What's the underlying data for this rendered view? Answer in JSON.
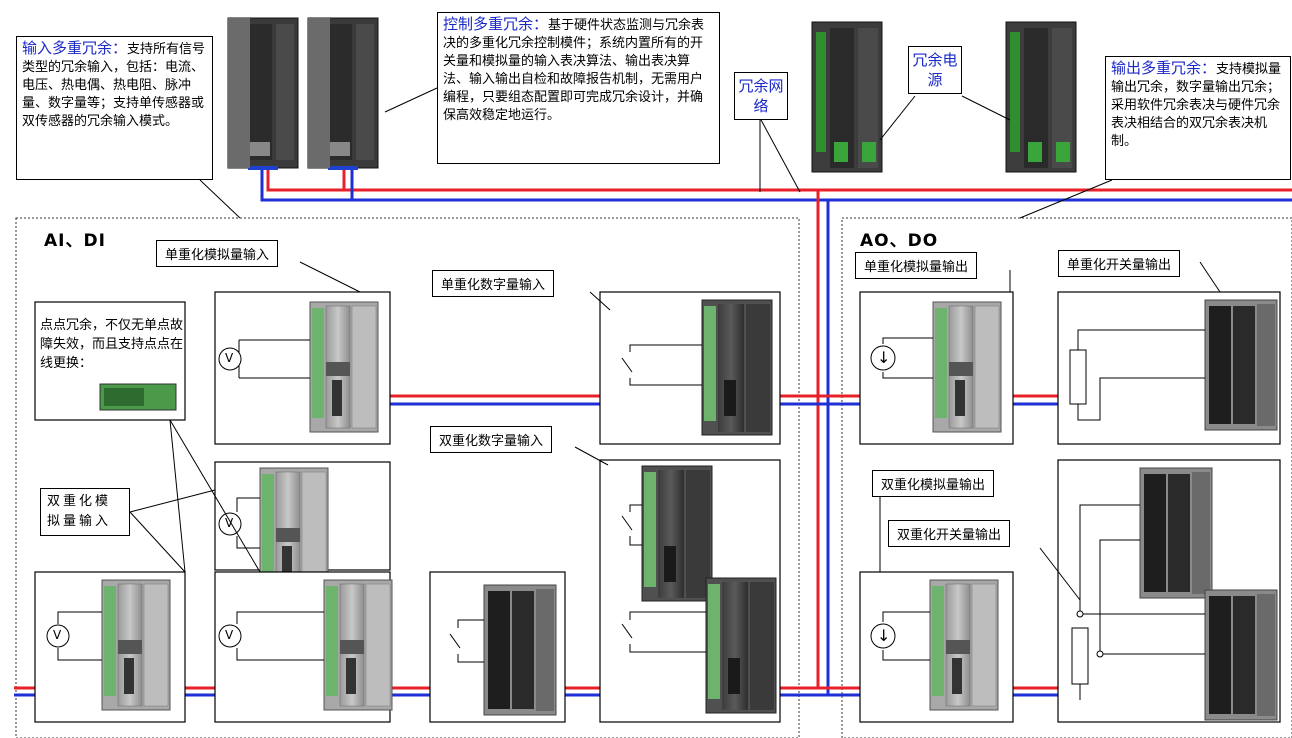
{
  "callouts": {
    "input_redundancy": {
      "heading": "输入多重冗余：",
      "body": "支持所有信号类型的冗余输入，包括：电流、电压、热电偶、热电阻、脉冲量、数字量等；支持单传感器或双传感器的冗余输入模式。"
    },
    "control_redundancy": {
      "heading": "控制多重冗余：",
      "body": "基于硬件状态监测与冗余表决的多重化冗余控制模件；系统内置所有的开关量和模拟量的输入表决算法、输出表决算法、输入输出自检和故障报告机制，无需用户编程，只要组态配置即可完成冗余设计，并确保高效稳定地运行。"
    },
    "output_redundancy": {
      "heading": "输出多重冗余：",
      "body": "支持模拟量输出冗余，数字量输出冗余；采用软件冗余表决与硬件冗余表决相结合的双冗余表决机制。"
    },
    "point_redundancy": {
      "body": "点点冗余，不仅无单点故障失效，而且支持点点在线更换："
    }
  },
  "network_label": "冗余网络",
  "power_label": "冗余电源",
  "zones": {
    "input": "AI、DI",
    "output": "AO、DO"
  },
  "labels": {
    "single_ai": "单重化模拟量输入",
    "single_di": "单重化数字量输入",
    "dual_ai": "双重化模拟量输入",
    "dual_di": "双重化数字量输入",
    "single_ao": "单重化模拟量输出",
    "single_do": "单重化开关量输出",
    "dual_ao": "双重化模拟量输出",
    "dual_do": "双重化开关量输出"
  },
  "symbols": {
    "voltage": "V",
    "current_arrow": "↓"
  },
  "colors": {
    "red_bus": "#e8202a",
    "blue_bus": "#1f2fd6",
    "accent_text": "#1a28c8"
  }
}
